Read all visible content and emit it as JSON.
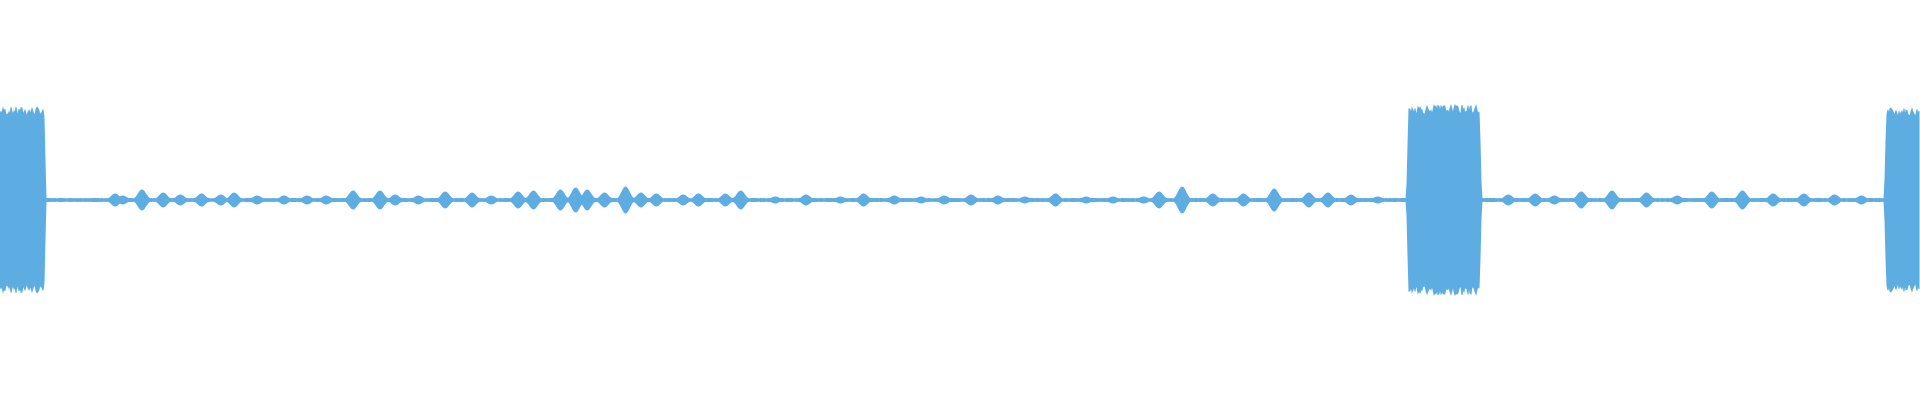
{
  "waveform": {
    "color": "#5dade2",
    "amplitude_max": 1.0,
    "baseline_level": 0.012,
    "bursts": [
      {
        "start": 0.0,
        "end": 0.024,
        "level": 0.93
      },
      {
        "start": 0.733,
        "end": 0.772,
        "level": 0.95
      },
      {
        "start": 0.982,
        "end": 1.0,
        "level": 0.92
      }
    ],
    "blips": [
      {
        "at": 0.06,
        "level": 0.06
      },
      {
        "at": 0.064,
        "level": 0.04
      },
      {
        "at": 0.074,
        "level": 0.1
      },
      {
        "at": 0.085,
        "level": 0.07
      },
      {
        "at": 0.094,
        "level": 0.05
      },
      {
        "at": 0.105,
        "level": 0.06
      },
      {
        "at": 0.115,
        "level": 0.05
      },
      {
        "at": 0.122,
        "level": 0.07
      },
      {
        "at": 0.134,
        "level": 0.04
      },
      {
        "at": 0.148,
        "level": 0.04
      },
      {
        "at": 0.16,
        "level": 0.04
      },
      {
        "at": 0.17,
        "level": 0.04
      },
      {
        "at": 0.184,
        "level": 0.09
      },
      {
        "at": 0.198,
        "level": 0.09
      },
      {
        "at": 0.206,
        "level": 0.05
      },
      {
        "at": 0.218,
        "level": 0.04
      },
      {
        "at": 0.232,
        "level": 0.08
      },
      {
        "at": 0.246,
        "level": 0.07
      },
      {
        "at": 0.256,
        "level": 0.04
      },
      {
        "at": 0.27,
        "level": 0.08
      },
      {
        "at": 0.278,
        "level": 0.09
      },
      {
        "at": 0.292,
        "level": 0.1
      },
      {
        "at": 0.3,
        "level": 0.12
      },
      {
        "at": 0.306,
        "level": 0.1
      },
      {
        "at": 0.315,
        "level": 0.07
      },
      {
        "at": 0.326,
        "level": 0.13
      },
      {
        "at": 0.334,
        "level": 0.07
      },
      {
        "at": 0.342,
        "level": 0.06
      },
      {
        "at": 0.356,
        "level": 0.05
      },
      {
        "at": 0.364,
        "level": 0.06
      },
      {
        "at": 0.378,
        "level": 0.06
      },
      {
        "at": 0.386,
        "level": 0.09
      },
      {
        "at": 0.404,
        "level": 0.03
      },
      {
        "at": 0.42,
        "level": 0.05
      },
      {
        "at": 0.438,
        "level": 0.03
      },
      {
        "at": 0.45,
        "level": 0.06
      },
      {
        "at": 0.466,
        "level": 0.04
      },
      {
        "at": 0.48,
        "level": 0.03
      },
      {
        "at": 0.492,
        "level": 0.04
      },
      {
        "at": 0.506,
        "level": 0.05
      },
      {
        "at": 0.52,
        "level": 0.04
      },
      {
        "at": 0.534,
        "level": 0.03
      },
      {
        "at": 0.55,
        "level": 0.06
      },
      {
        "at": 0.566,
        "level": 0.03
      },
      {
        "at": 0.58,
        "level": 0.03
      },
      {
        "at": 0.596,
        "level": 0.03
      },
      {
        "at": 0.604,
        "level": 0.08
      },
      {
        "at": 0.616,
        "level": 0.13
      },
      {
        "at": 0.632,
        "level": 0.06
      },
      {
        "at": 0.648,
        "level": 0.06
      },
      {
        "at": 0.664,
        "level": 0.11
      },
      {
        "at": 0.682,
        "level": 0.07
      },
      {
        "at": 0.692,
        "level": 0.07
      },
      {
        "at": 0.704,
        "level": 0.05
      },
      {
        "at": 0.718,
        "level": 0.03
      },
      {
        "at": 0.786,
        "level": 0.05
      },
      {
        "at": 0.8,
        "level": 0.06
      },
      {
        "at": 0.81,
        "level": 0.04
      },
      {
        "at": 0.824,
        "level": 0.08
      },
      {
        "at": 0.84,
        "level": 0.09
      },
      {
        "at": 0.858,
        "level": 0.07
      },
      {
        "at": 0.874,
        "level": 0.04
      },
      {
        "at": 0.892,
        "level": 0.08
      },
      {
        "at": 0.908,
        "level": 0.09
      },
      {
        "at": 0.924,
        "level": 0.06
      },
      {
        "at": 0.94,
        "level": 0.06
      },
      {
        "at": 0.956,
        "level": 0.05
      },
      {
        "at": 0.97,
        "level": 0.04
      }
    ]
  }
}
